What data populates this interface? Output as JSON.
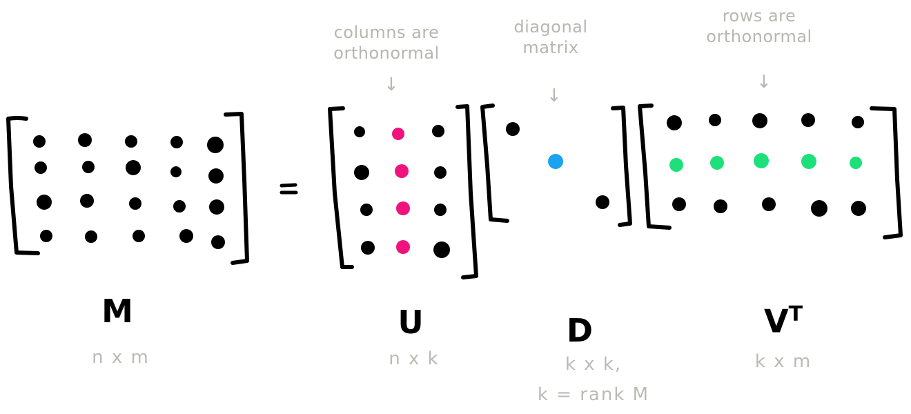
{
  "colors": {
    "ink": "#000000",
    "annotation": "#b9b6b0",
    "u_highlight": "#f0137d",
    "d_highlight": "#1aa3ee",
    "vt_highlight": "#1ee07a"
  },
  "equation": {
    "equals": "="
  },
  "matrices": [
    {
      "id": "M",
      "label": "M",
      "dims": "n x m",
      "annotation": null,
      "rows": 4,
      "cols": 5,
      "dots": [
        [
          [
            57,
            205,
            9
          ],
          [
            123,
            203,
            10
          ],
          [
            190,
            205,
            9
          ],
          [
            256,
            206,
            9
          ],
          [
            312,
            210,
            12
          ]
        ],
        [
          [
            59,
            243,
            9
          ],
          [
            128,
            242,
            9
          ],
          [
            193,
            243,
            11
          ],
          [
            255,
            249,
            8
          ],
          [
            313,
            255,
            11
          ]
        ],
        [
          [
            64,
            293,
            11
          ],
          [
            126,
            291,
            10
          ],
          [
            196,
            295,
            9
          ],
          [
            260,
            299,
            9
          ],
          [
            314,
            300,
            11
          ]
        ],
        [
          [
            67,
            342,
            9
          ],
          [
            132,
            343,
            9
          ],
          [
            201,
            342,
            9
          ],
          [
            270,
            342,
            10
          ],
          [
            316,
            351,
            10
          ]
        ]
      ]
    },
    {
      "id": "U",
      "label": "U",
      "dims": "n x k",
      "annotation": "columns are\northonormal",
      "rows": 4,
      "cols": 3,
      "highlight_col": 1,
      "dots": [
        [
          [
            521,
            191,
            8
          ],
          [
            577,
            194,
            9,
            "u"
          ],
          [
            635,
            190,
            9
          ]
        ],
        [
          [
            524,
            250,
            11
          ],
          [
            582,
            248,
            10,
            "u"
          ],
          [
            638,
            250,
            9
          ]
        ],
        [
          [
            531,
            304,
            9
          ],
          [
            584,
            302,
            10,
            "u"
          ],
          [
            638,
            304,
            9
          ]
        ],
        [
          [
            533,
            359,
            10
          ],
          [
            584,
            358,
            10,
            "u"
          ],
          [
            640,
            362,
            12
          ]
        ]
      ]
    },
    {
      "id": "D",
      "label": "D",
      "dims": "k x k,\nk = rank M",
      "annotation": "diagonal\nmatrix",
      "rows": 3,
      "cols": 3,
      "dots": [
        [
          [
            743,
            187,
            10
          ]
        ],
        [
          [
            805,
            234,
            11,
            "d"
          ]
        ],
        [
          [
            873,
            293,
            10
          ]
        ]
      ]
    },
    {
      "id": "VT",
      "label": "VT",
      "dims": "k x m",
      "annotation": "rows are\northonormal",
      "rows": 3,
      "cols": 5,
      "highlight_row": 1,
      "dots": [
        [
          [
            977,
            178,
            11
          ],
          [
            1036,
            174,
            9
          ],
          [
            1101,
            175,
            11
          ],
          [
            1171,
            174,
            10
          ],
          [
            1243,
            177,
            9
          ]
        ],
        [
          [
            980,
            239,
            10,
            "v"
          ],
          [
            1039,
            236,
            10,
            "v"
          ],
          [
            1103,
            233,
            11,
            "v"
          ],
          [
            1172,
            234,
            11,
            "v"
          ],
          [
            1240,
            236,
            9,
            "v"
          ]
        ],
        [
          [
            984,
            296,
            10
          ],
          [
            1044,
            299,
            10
          ],
          [
            1114,
            296,
            10
          ],
          [
            1187,
            302,
            12
          ],
          [
            1244,
            302,
            11
          ]
        ]
      ]
    }
  ],
  "labels": {
    "M": {
      "title": "M",
      "dims": "n x m"
    },
    "U": {
      "title": "U",
      "dims": "n x k",
      "note_line1": "columns are",
      "note_line2": "orthonormal"
    },
    "D": {
      "title": "D",
      "dims_line1": "k x k,",
      "dims_line2": "k = rank M",
      "note_line1": "diagonal",
      "note_line2": "matrix"
    },
    "VT": {
      "title": "V",
      "sup": "T",
      "dims": "k x m",
      "note_line1": "rows are",
      "note_line2": "orthonormal"
    },
    "arrow": "↓"
  }
}
